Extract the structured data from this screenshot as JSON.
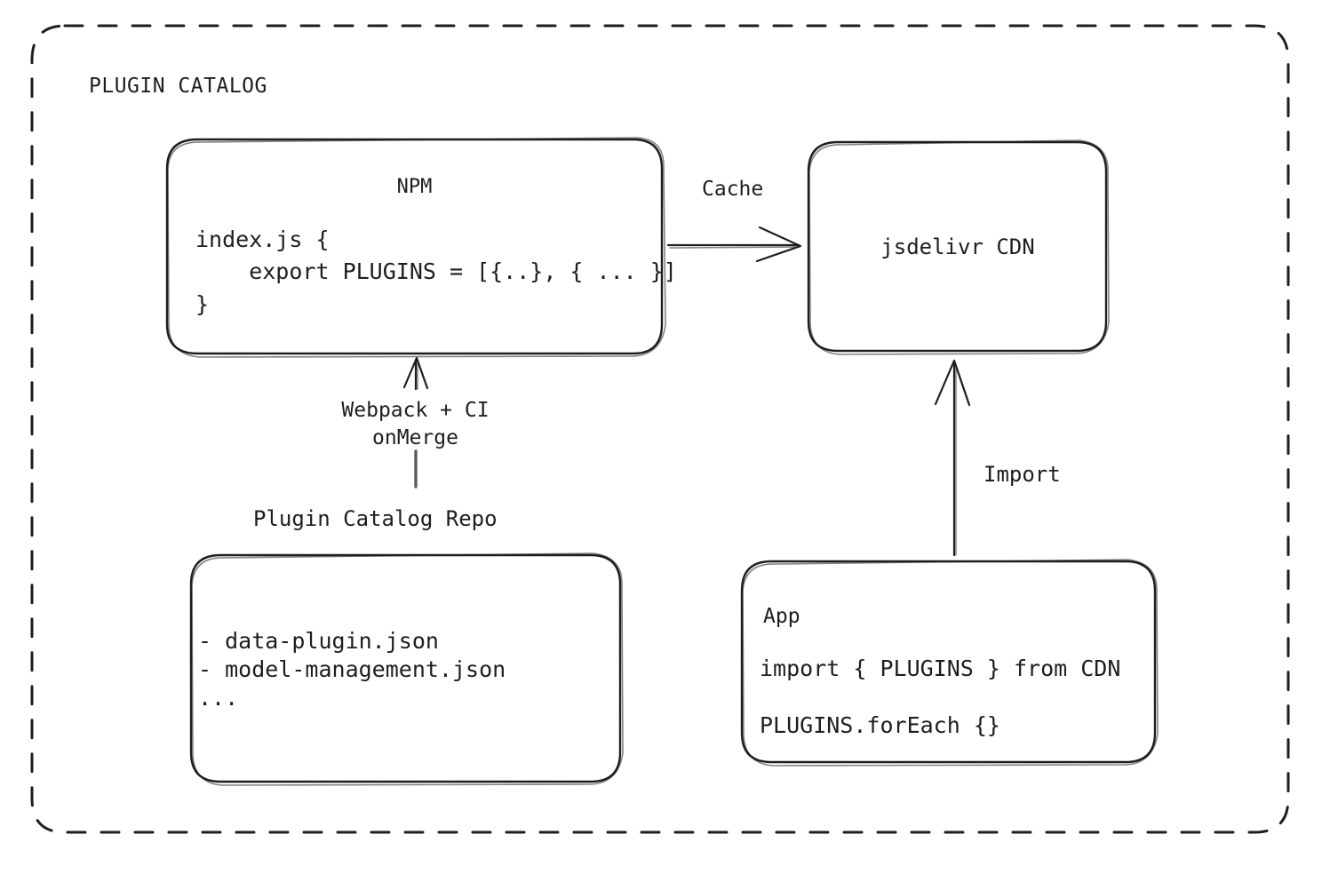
{
  "diagram": {
    "title": "PLUGIN CATALOG",
    "stroke_color": "#1e1e1e",
    "background_color": "#ffffff",
    "nodes": {
      "npm": {
        "title": "NPM",
        "code_lines": "index.js {\n    export PLUGINS = [{..}, { ... }]\n}"
      },
      "cdn": {
        "title": "jsdelivr CDN"
      },
      "repo": {
        "caption": "Plugin Catalog Repo",
        "files": "- data-plugin.json\n- model-management.json\n..."
      },
      "app": {
        "title": "App",
        "line1": "import { PLUGINS } from CDN",
        "line2": "PLUGINS.forEach {}"
      }
    },
    "edges": {
      "cache": {
        "label": "Cache",
        "from": "npm",
        "to": "cdn"
      },
      "build": {
        "label": "Webpack + CI\nonMerge",
        "from": "repo",
        "to": "npm"
      },
      "import": {
        "label": "Import",
        "from": "app",
        "to": "cdn"
      }
    }
  }
}
